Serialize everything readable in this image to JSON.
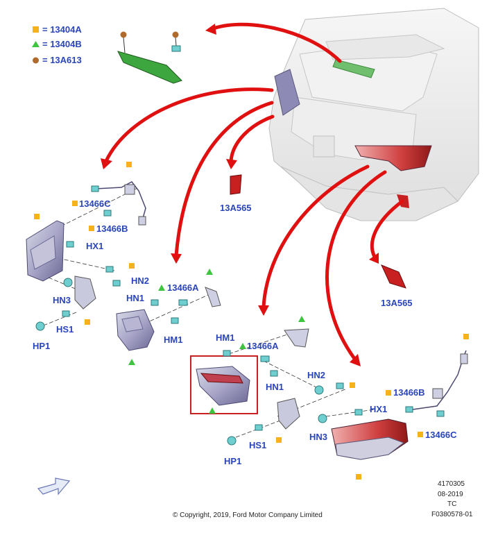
{
  "legend": [
    {
      "shape": "square",
      "color": "#f5b21b",
      "text": "= 13404A"
    },
    {
      "shape": "triangle",
      "color": "#3ec43e",
      "text": "= 13404B"
    },
    {
      "shape": "circle",
      "color": "#b06a2c",
      "text": "= 13A613"
    }
  ],
  "labels": {
    "l_13466c_top": "13466C",
    "l_13466b_top": "13466B",
    "l_hx1_top": "HX1",
    "l_hn2_top": "HN2",
    "l_hn3_top": "HN3",
    "l_hs1_top": "HS1",
    "l_hp1_top": "HP1",
    "l_13466a_mid": "13466A",
    "l_hn1_mid": "HN1",
    "l_hm1_mid": "HM1",
    "l_13a565_left": "13A565",
    "l_13a565_right": "13A565",
    "l_hm1_low": "HM1",
    "l_13466a_low": "13466A",
    "l_hn1_low": "HN1",
    "l_hn2_low": "HN2",
    "l_13466b_low": "13466B",
    "l_hx1_low": "HX1",
    "l_hs1_low": "HS1",
    "l_hn3_low": "HN3",
    "l_13466c_low": "13466C",
    "l_hp1_low": "HP1"
  },
  "footer": {
    "copyright": "© Copyright, 2019, Ford Motor Company Limited",
    "id_line1": "4170305",
    "id_line2": "08-2019",
    "id_line3": "TC",
    "id_line4": "F0380578-01"
  },
  "colors": {
    "label_blue": "#2a45b8",
    "arrow_red": "#e01010",
    "square_orange": "#f5b21b",
    "triangle_green": "#3ec43e",
    "circle_brown": "#b06a2c",
    "highlight_box": "#c82020"
  },
  "icons": {
    "direction_arrow": "forward-arrow-icon"
  }
}
